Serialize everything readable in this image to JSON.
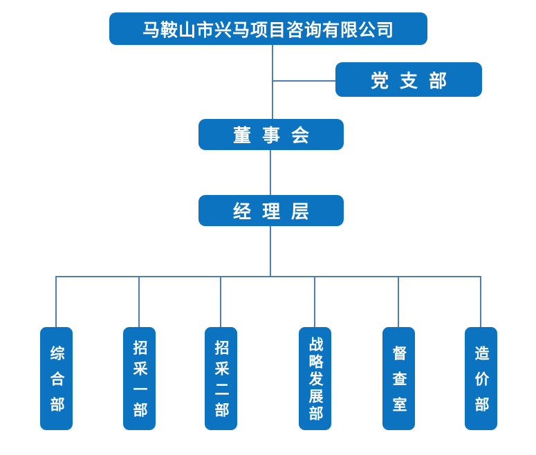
{
  "org_chart": {
    "type": "organization-chart",
    "root": {
      "label": "马鞍山市兴马项目咨询有限公司"
    },
    "party_branch": {
      "label": "党支部"
    },
    "board": {
      "label": "董事会"
    },
    "management": {
      "label": "经理层"
    },
    "departments": [
      {
        "label": "综合部"
      },
      {
        "label": "招采一部"
      },
      {
        "label": "招采二部"
      },
      {
        "label": "战略发展部"
      },
      {
        "label": "督查室"
      },
      {
        "label": "造价部"
      }
    ]
  },
  "colors": {
    "box_fill": "#0b73c0",
    "connector": "#4d7eb3",
    "text": "#ffffff",
    "background": "#ffffff"
  }
}
